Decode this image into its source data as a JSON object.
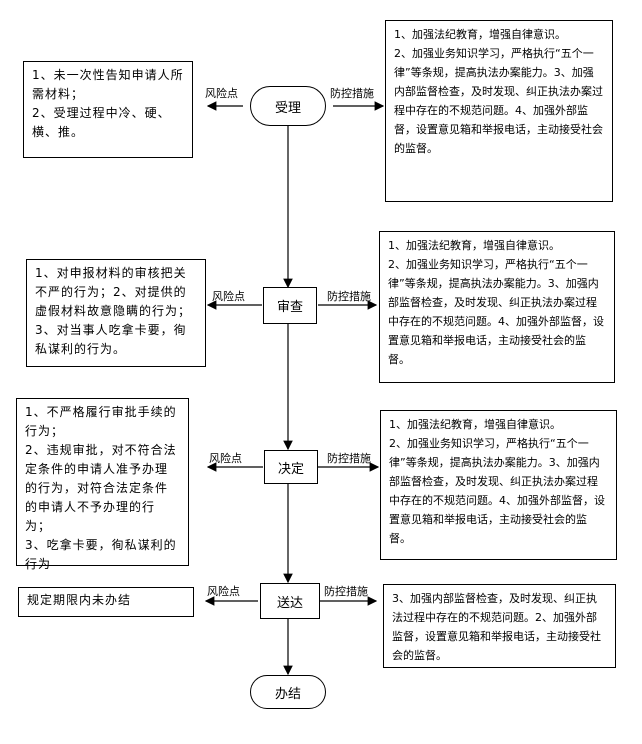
{
  "risk_label": "风险点",
  "measure_label": "防控措施",
  "steps": [
    {
      "name": "受理",
      "risks": [
        "1、未一次性告知申请人所需材料；",
        "2、受理过程中冷、硬、横、推。"
      ],
      "measures": [
        "1、加强法纪教育，增强自律意识。",
        "2、加强业务知识学习，严格执行“五个一律”等条规，提高执法办案能力。3、加强内部监督检查，及时发现、纠正执法办案过程中存在的不规范问题。4、加强外部监督，设置意见箱和举报电话，主动接受社会的监督。"
      ]
    },
    {
      "name": "审查",
      "risks": [
        "1、对申报材料的审核把关不严的行为；2、对提供的虚假材料故意隐瞒的行为；3、对当事人吃拿卡要，徇私谋利的行为。"
      ],
      "measures": [
        "1、加强法纪教育，增强自律意识。",
        "2、加强业务知识学习，严格执行“五个一律”等条规，提高执法办案能力。3、加强内部监督检查，及时发现、纠正执法办案过程中存在的不规范问题。4、加强外部监督，设置意见箱和举报电话，主动接受社会的监督。"
      ]
    },
    {
      "name": "决定",
      "risks": [
        "1、不严格履行审批手续的行为；",
        "2、违规审批，对不符合法定条件的申请人准予办理的行为，对符合法定条件的申请人不予办理的行为；",
        "3、吃拿卡要，徇私谋利的行为"
      ],
      "measures": [
        "1、加强法纪教育，增强自律意识。",
        "2、加强业务知识学习，严格执行“五个一律”等条规，提高执法办案能力。3、加强内部监督检查，及时发现、纠正执法办案过程中存在的不规范问题。4、加强外部监督，设置意见箱和举报电话，主动接受社会的监督。"
      ]
    },
    {
      "name": "送达",
      "risks": [
        "规定期限内未办结"
      ],
      "measures": [
        "3、加强内部监督检查，及时发现、纠正执法过程中存在的不规范问题。2、加强外部监督，设置意见箱和举报电话，主动接受社会的监督。"
      ]
    }
  ],
  "end_node": "办结"
}
